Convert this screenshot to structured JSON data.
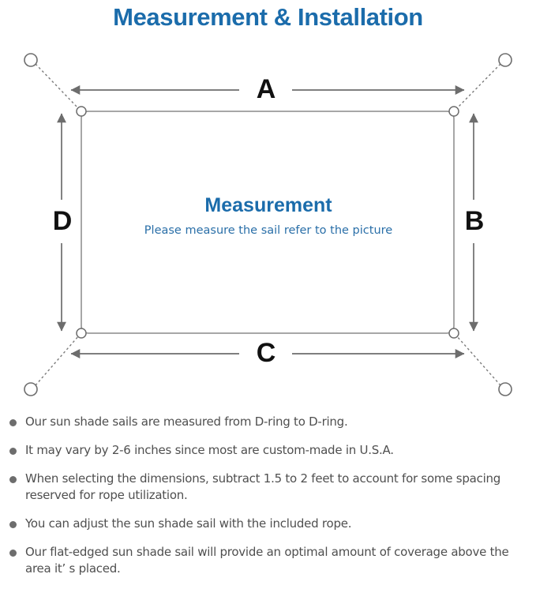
{
  "page": {
    "title": "Measurement & Installation",
    "title_color": "#1b6cab"
  },
  "diagram": {
    "center_heading": "Measurement",
    "center_subheading": "Please measure the sail refer to the picture",
    "center_heading_color": "#1b6cab",
    "center_sub_color": "#2a6fa8",
    "dimension_labels": {
      "top": "A",
      "right": "B",
      "bottom": "C",
      "left": "D"
    },
    "line_color": "#6d6d6d",
    "sail_edge_color": "#7a7a7a",
    "anchor_count": 4,
    "d_ring_count": 4
  },
  "notes": {
    "bullet_color": "#6d6d6d",
    "items": [
      "Our sun shade sails are measured from D-ring to D-ring.",
      "It may vary by 2-6 inches since most are custom-made in U.S.A.",
      "When selecting the dimensions, subtract 1.5 to 2 feet to account for some spacing reserved for rope utilization.",
      "You can adjust the sun shade sail with the included rope.",
      "Our flat-edged sun shade sail will provide an optimal amount of coverage above the area it’ s placed."
    ]
  }
}
